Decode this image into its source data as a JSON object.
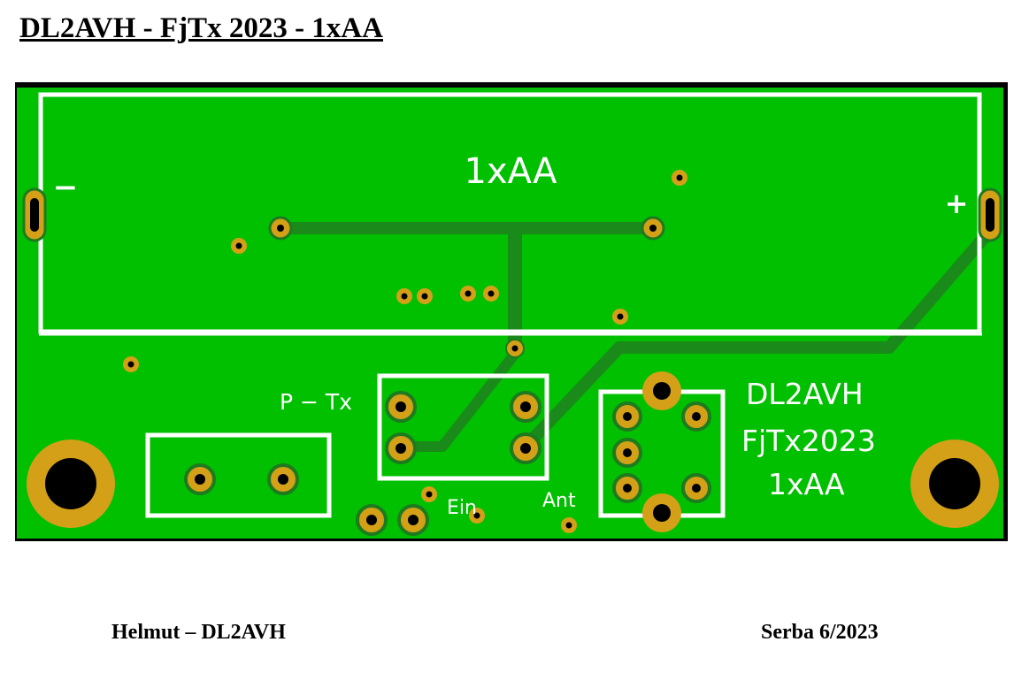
{
  "document": {
    "title": "DL2AVH - FjTx 2023 - 1xAA"
  },
  "pcb": {
    "colors": {
      "board": "#00c000",
      "trace": "#1a8a1a",
      "pad_ring": "#d4a017",
      "pad_outline": "#1e7a1e",
      "hole": "#000000",
      "silkscreen": "#ffffff",
      "edge": "#000000"
    },
    "silkscreen": {
      "battery_label": "1xAA",
      "minus": "−",
      "plus": "+",
      "ptx_label": "P − Tx",
      "ein_label": "Ein",
      "ant_label": "Ant",
      "brand_line1": "DL2AVH",
      "brand_line2": "FjTx2023",
      "brand_line3": "1xAA"
    }
  },
  "footer": {
    "author": "Helmut – DL2AVH",
    "source": "Serba 6/2023"
  }
}
